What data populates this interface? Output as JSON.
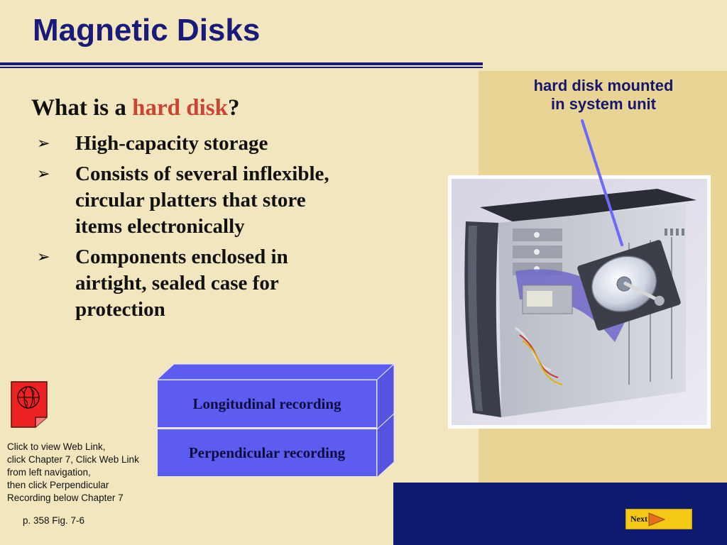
{
  "slide": {
    "title": "Magnetic Disks",
    "question_prefix": "What is a ",
    "question_highlight": "hard disk",
    "question_suffix": "?",
    "bullets": [
      "High-capacity storage",
      "Consists of several inflexible, circular platters that store items electronically",
      "Components enclosed in airtight, sealed case for protection"
    ]
  },
  "figure": {
    "caption_line1": "hard disk mounted",
    "caption_line2": "in system unit"
  },
  "recording_options": [
    "Longitudinal recording",
    "Perpendicular recording"
  ],
  "weblink": {
    "lines": [
      "Click to view Web Link,",
      "click Chapter 7, Click Web Link",
      "from left navigation,",
      "then click Perpendicular",
      "Recording below Chapter 7"
    ]
  },
  "footer": {
    "page_ref": "p. 358 Fig. 7-6",
    "next_label": "Next"
  },
  "colors": {
    "background": "#f1e6bd",
    "side_panel": "#e8d595",
    "title": "#1a1a7a",
    "accent": "#cc4433",
    "box_face": "#5c5cf0",
    "bottom_bar": "#0d1a70",
    "next_button": "#f5c816"
  }
}
